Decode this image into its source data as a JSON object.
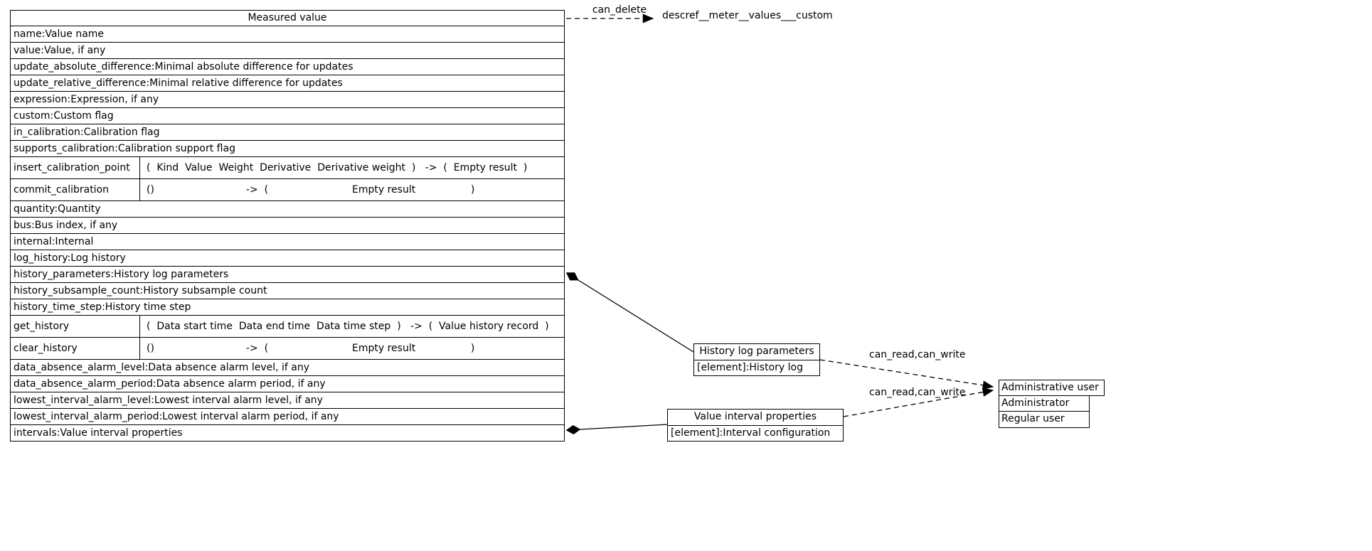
{
  "measured_value": {
    "title": "Measured value",
    "rows_a": [
      "name:Value name",
      "value:Value, if any",
      "update_absolute_difference:Minimal absolute difference for updates",
      "update_relative_difference:Minimal relative difference for updates",
      "expression:Expression, if any",
      "custom:Custom flag",
      "in_calibration:Calibration flag",
      "supports_calibration:Calibration support flag"
    ],
    "insert_calibration_point": {
      "name": "insert_calibration_point",
      "sig": "(  Kind  Value  Weight  Derivative  Derivative weight  )   ->  (  Empty result  )"
    },
    "commit_calibration": {
      "name": "commit_calibration",
      "parts": [
        "()",
        "->  (",
        "Empty result",
        ")"
      ]
    },
    "rows_b": [
      "quantity:Quantity",
      "bus:Bus index, if any",
      "internal:Internal",
      "log_history:Log history",
      "history_parameters:History log parameters",
      "history_subsample_count:History subsample count",
      "history_time_step:History time step"
    ],
    "get_history": {
      "name": "get_history",
      "sig": "(  Data start time  Data end time  Data time step  )   ->  (  Value history record  )"
    },
    "clear_history": {
      "name": "clear_history",
      "parts": [
        "()",
        "->  (",
        "Empty result",
        ")"
      ]
    },
    "rows_c": [
      "data_absence_alarm_level:Data absence alarm level, if any",
      "data_absence_alarm_period:Data absence alarm period, if any",
      "lowest_interval_alarm_level:Lowest interval alarm level, if any",
      "lowest_interval_alarm_period:Lowest interval alarm period, if any",
      "intervals:Value interval properties"
    ]
  },
  "edges": {
    "can_delete": {
      "label": "can_delete",
      "target": "descref__meter__values___custom"
    },
    "history_access": {
      "label": "can_read,can_write"
    },
    "interval_access": {
      "label": "can_read,can_write"
    }
  },
  "history_box": {
    "title": "History log parameters",
    "element_row": "[element]:History log"
  },
  "interval_box": {
    "title": "Value interval properties",
    "element_row": "[element]:Interval configuration"
  },
  "admin_box": {
    "title": "Administrative user",
    "rows": [
      "Administrator",
      "Regular user"
    ]
  },
  "colors": {
    "line": "#000000",
    "background": "#ffffff",
    "text": "#000000"
  }
}
